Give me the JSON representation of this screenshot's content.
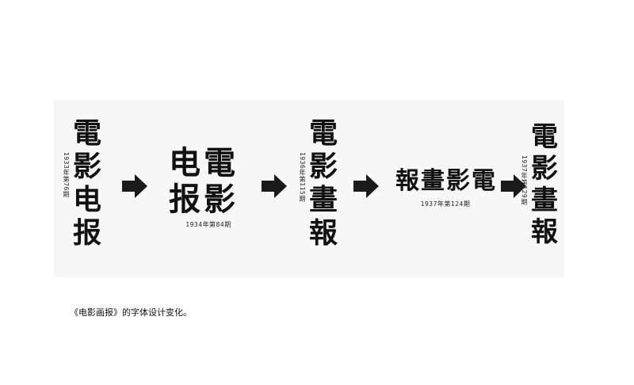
{
  "logos": [
    {
      "chars": [
        "電",
        "影",
        "电",
        "报"
      ],
      "date": "1933年第76期"
    },
    {
      "chars": [
        "电",
        "電",
        "报",
        "影"
      ],
      "date": "1934年第84期"
    },
    {
      "chars": [
        "電",
        "影",
        "畫",
        "報"
      ],
      "date": "1936年第115期"
    },
    {
      "chars": [
        "報",
        "畫",
        "影",
        "電"
      ],
      "date": "1937年第124期"
    },
    {
      "chars": [
        "電",
        "影",
        "畫",
        "報"
      ],
      "date": "1937年第129期"
    }
  ],
  "caption": "《电影画报》的字体设计变化。",
  "colors": {
    "ink": "#111111",
    "panel": "#f7f7f7",
    "arrow": "#1a1a1a"
  },
  "icons": {
    "arrow": "arrow-right-icon"
  }
}
